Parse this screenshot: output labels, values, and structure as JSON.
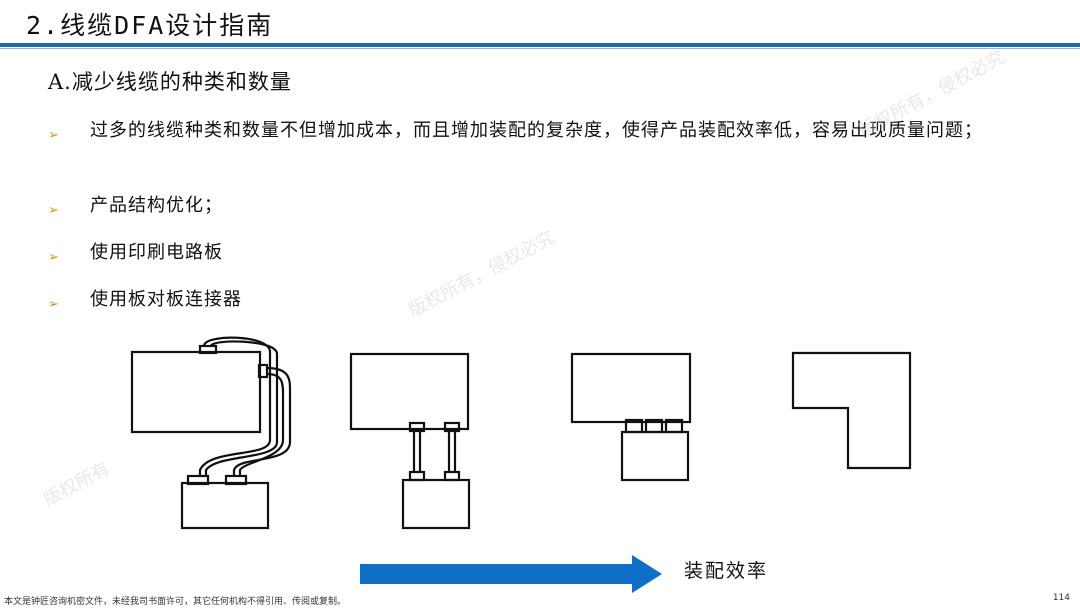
{
  "slide": {
    "title": "2.线缆DFA设计指南",
    "section": "A.减少线缆的种类和数量",
    "bullets": [
      "过多的线缆种类和数量不但增加成本，而且增加装配的复杂度，使得产品装配效率低，容易出现质量问题；",
      "产品结构优化；",
      "使用印刷电路板",
      "使用板对板连接器"
    ],
    "bullet_marker": "➢",
    "arrow_label": "装配效率",
    "footer": "本文是钟匠咨询机密文件，未经我司书面许可，其它任何机构不得引用、传阅或复制。",
    "page_number": "114"
  },
  "colors": {
    "accent_blue": "#1f6aa5",
    "arrow_blue": "#0f6fc6",
    "bullet_orange": "#d99418"
  }
}
